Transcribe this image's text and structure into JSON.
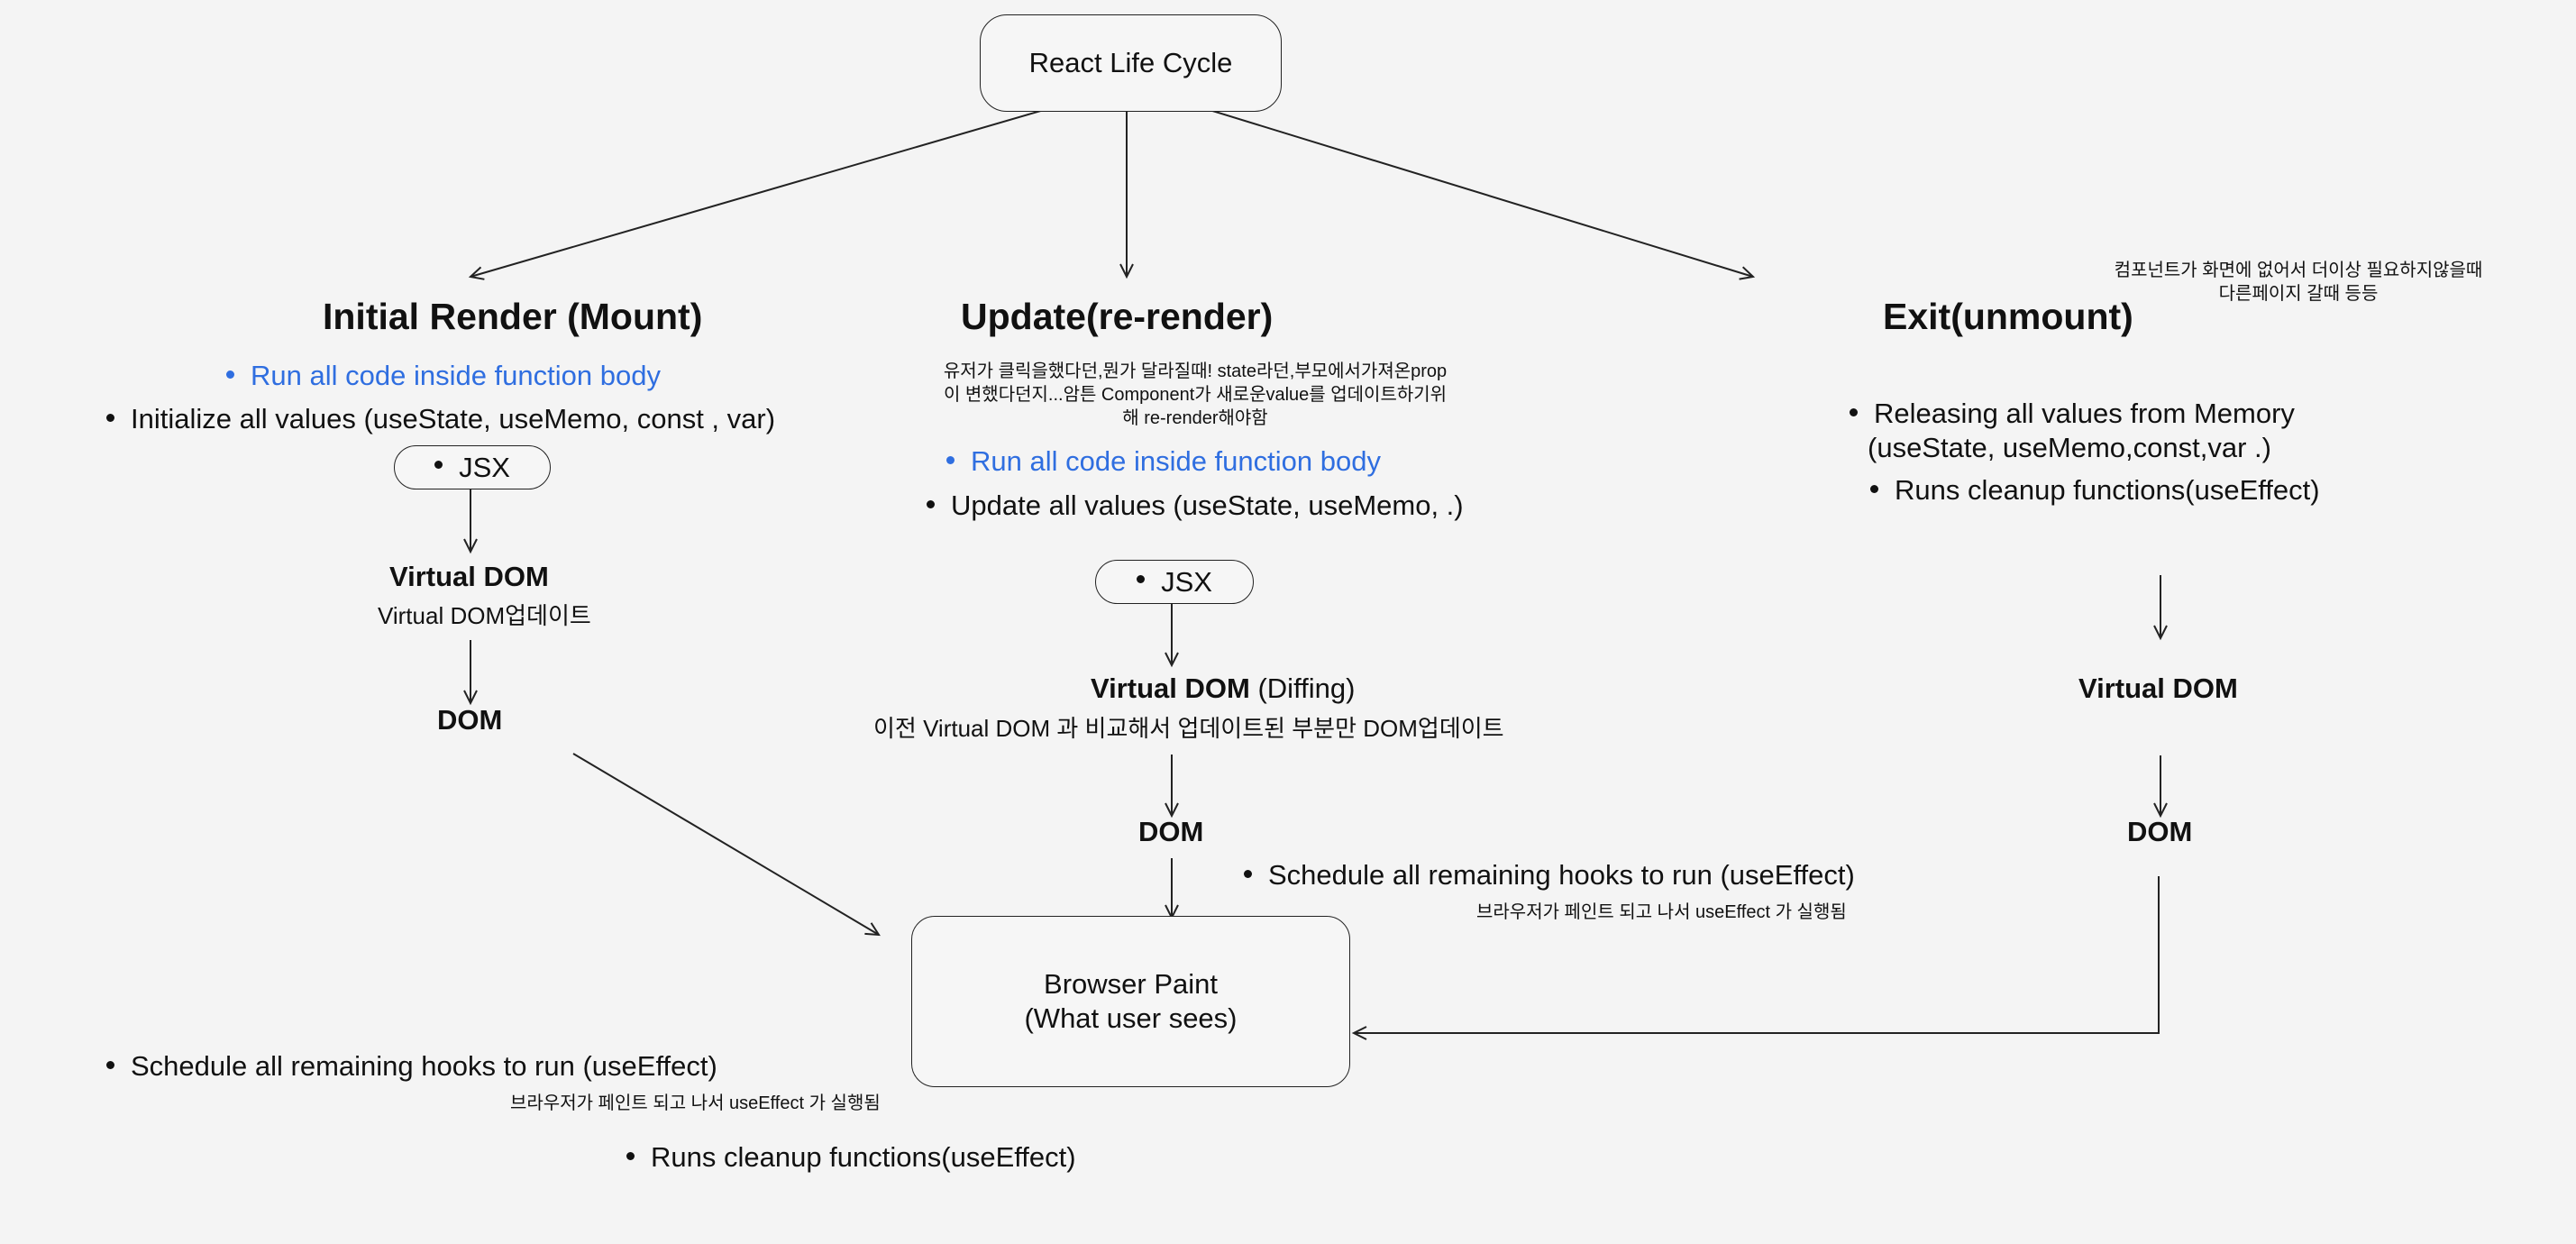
{
  "root": {
    "title": "React Life Cycle"
  },
  "mount": {
    "title": "Initial Render (Mount)",
    "run_code": "Run all code inside function body",
    "init_values": "Initialize all values (useState, useMemo, const , var)",
    "jsx": "JSX",
    "vdom": "Virtual DOM",
    "vdom_note": "Virtual DOM업데이트",
    "dom": "DOM",
    "schedule_hooks": "Schedule all remaining hooks to run (useEffect)",
    "schedule_note": "브라우저가 페인트 되고 나서 useEffect 가 실행됨",
    "cleanup": "Runs cleanup functions(useEffect)"
  },
  "update": {
    "title": "Update(re-render)",
    "note_line1": "유저가 클릭을했다던,뭔가 달라질때! state라던,부모에서가져온prop",
    "note_line2": "이 변했다던지...암튼 Component가 새로운value를 업데이트하기위",
    "note_line3": "해 re-render해야함",
    "run_code": "Run all code inside function body",
    "update_values": "Update all values (useState, useMemo, .)",
    "jsx": "JSX",
    "vdom": "Virtual DOM",
    "vdom_suffix": "(Diffing)",
    "vdom_note": "이전 Virtual DOM 과 비교해서 업데이트된 부분만 DOM업데이트",
    "dom": "DOM",
    "schedule_hooks": "Schedule all remaining hooks to run (useEffect)",
    "schedule_note": "브라우저가 페인트 되고 나서 useEffect 가 실행됨"
  },
  "unmount": {
    "title": "Exit(unmount)",
    "note_line1": "컴포넌트가 화면에 없어서 더이상 필요하지않을때",
    "note_line2": "다른페이지 갈때 등등",
    "release_line1": "Releasing all values from Memory",
    "release_line2": "(useState, useMemo,const,var .)",
    "cleanup": "Runs cleanup functions(useEffect)",
    "vdom": "Virtual DOM",
    "dom": "DOM"
  },
  "paint": {
    "line1": "Browser Paint",
    "line2": "(What user sees)"
  },
  "colors": {
    "accent": "#2f6ee0",
    "stroke": "#222222",
    "background": "#f4f4f4"
  }
}
